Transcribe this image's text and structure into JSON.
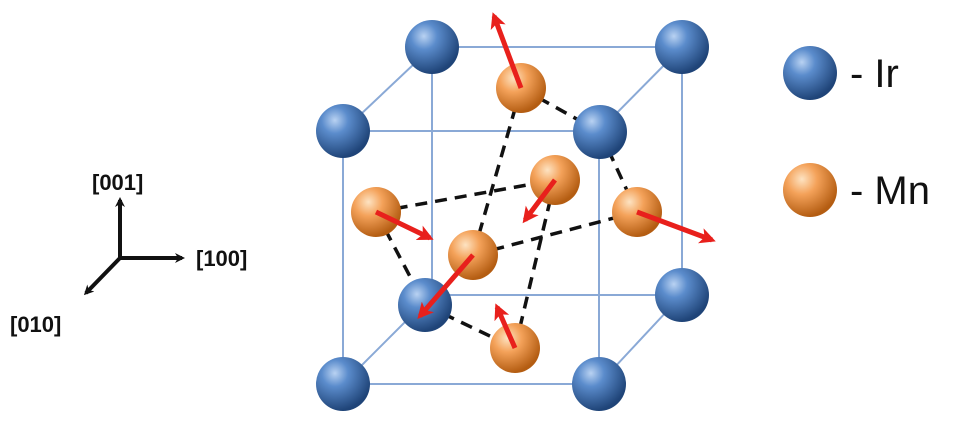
{
  "axes": {
    "x_label": "[100]",
    "y_label": "[010]",
    "z_label": "[001]"
  },
  "legend": [
    {
      "symbol": "ir-atom",
      "label": "- Ir",
      "color": "#3f6fb0"
    },
    {
      "symbol": "mn-atom",
      "label": "- Mn",
      "color": "#f0903a"
    }
  ],
  "colors": {
    "cube_edge": "#8aa9d6",
    "bond_line": "#111111",
    "spin_arrow": "#e8201c",
    "axis_arrow": "#111111"
  }
}
